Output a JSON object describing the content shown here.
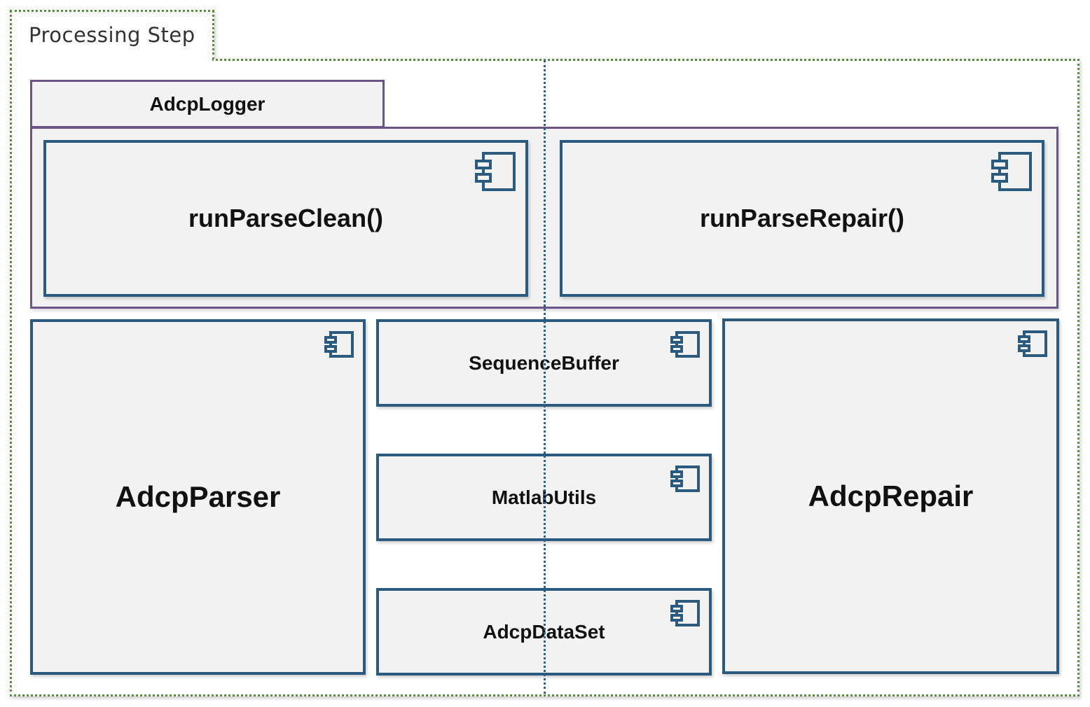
{
  "processing_step": {
    "label": "Processing Step"
  },
  "logger": {
    "label": "AdcpLogger"
  },
  "components": {
    "run_parse_clean": "runParseClean()",
    "run_parse_repair": "runParseRepair()",
    "adcp_parser": "AdcpParser",
    "sequence_buffer": "SequenceBuffer",
    "matlab_utils": "MatlabUtils",
    "adcp_data_set": "AdcpDataSet",
    "adcp_repair": "AdcpRepair"
  },
  "component_icon": "uml-component-icon",
  "colors": {
    "step_border": "#5a8f3e",
    "logger_border": "#6b5486",
    "component_border": "#2a5a80",
    "divider": "#2e5f8a",
    "fill": "#f2f2f2"
  }
}
